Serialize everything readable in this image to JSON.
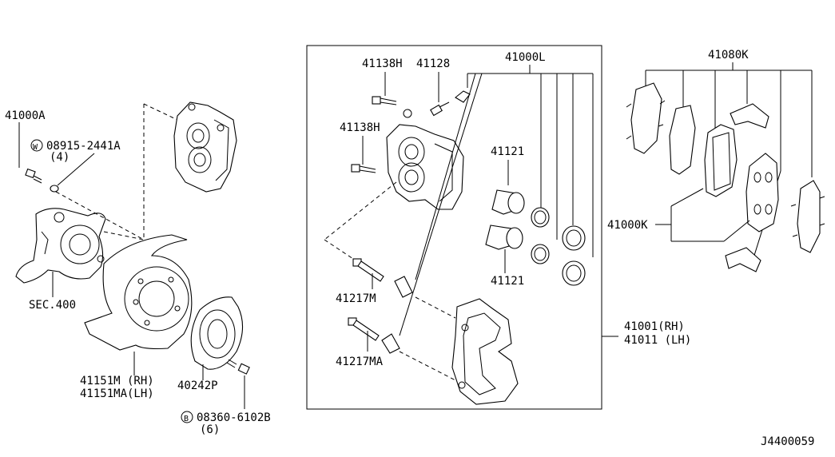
{
  "diagram": {
    "labels": {
      "p41000A": "41000A",
      "p08915": "08915-2441A",
      "p08915_qty": "(4)",
      "p08915_prefix": "W",
      "sec400": "SEC.400",
      "p41151M": "41151M (RH)",
      "p41151MA": "41151MA(LH)",
      "p40242P": "40242P",
      "p08360": "08360-6102B",
      "p08360_qty": "(6)",
      "p08360_prefix": "B",
      "p41138H_top": "41138H",
      "p41128": "41128",
      "p41000L": "41000L",
      "p41138H_mid": "41138H",
      "p41121_top": "41121",
      "p41121_bot": "41121",
      "p41217M": "41217M",
      "p41217MA": "41217MA",
      "p41001": "41001(RH)",
      "p41011": "41011 (LH)",
      "p41080K": "41080K",
      "p41000K": "41000K",
      "code": "J4400059"
    }
  }
}
